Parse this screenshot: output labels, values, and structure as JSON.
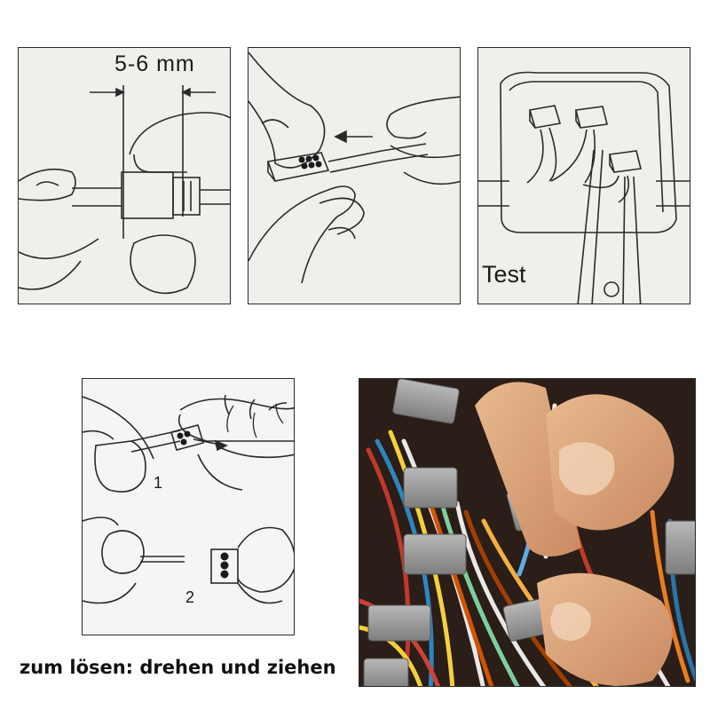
{
  "panel_1": {
    "dimension_label": "5-6 mm"
  },
  "panel_3": {
    "step_label": "Test"
  },
  "panel_4": {
    "step_1": "1",
    "step_2": "2"
  },
  "caption": "zum lösen: drehen und ziehen",
  "colors": {
    "line": "#2a2a2a",
    "connector_grey": "#9a9a9a"
  }
}
